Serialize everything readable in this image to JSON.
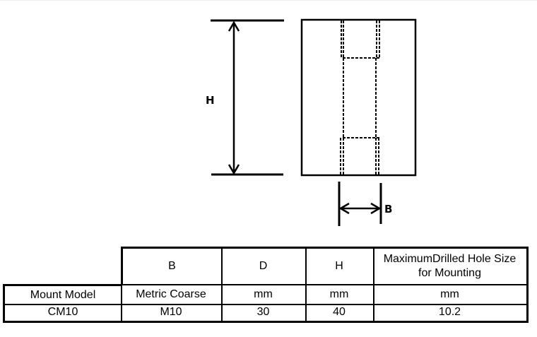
{
  "diagram": {
    "height_label": "H",
    "width_label": "B"
  },
  "table": {
    "header": [
      "",
      "B",
      "D",
      "H",
      "MaximumDrilled Hole Size for Mounting"
    ],
    "units": [
      "Mount Model",
      "Metric Coarse",
      "mm",
      "mm",
      "mm"
    ],
    "rows": [
      [
        "CM10",
        "M10",
        "30",
        "40",
        "10.2"
      ]
    ]
  }
}
